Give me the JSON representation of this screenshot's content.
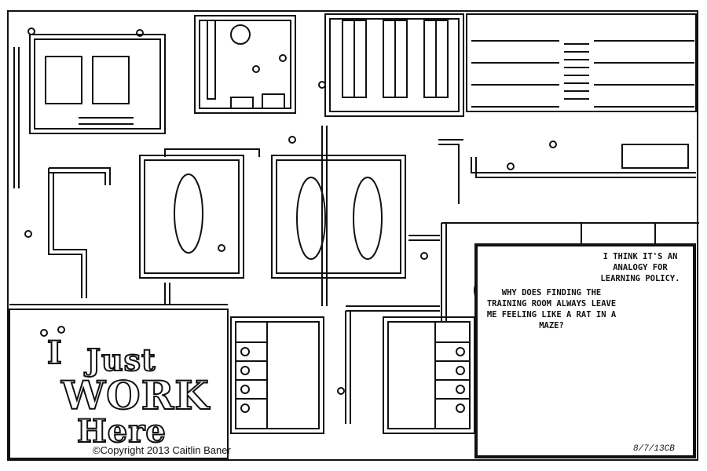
{
  "comic": {
    "title_lines": [
      "I",
      "Just",
      "WORK",
      "Here"
    ],
    "copyright": "©Copyright 2013 Caitlin Baner",
    "signature": "8/7/13CB"
  },
  "panel": {
    "bubble_left": "WHY DOES FINDING THE TRAINING ROOM ALWAYS LEAVE ME FEELING LIKE A RAT IN A MAZE?",
    "bubble_right": "I THINK IT'S AN ANALOGY FOR LEARNING POLICY."
  }
}
